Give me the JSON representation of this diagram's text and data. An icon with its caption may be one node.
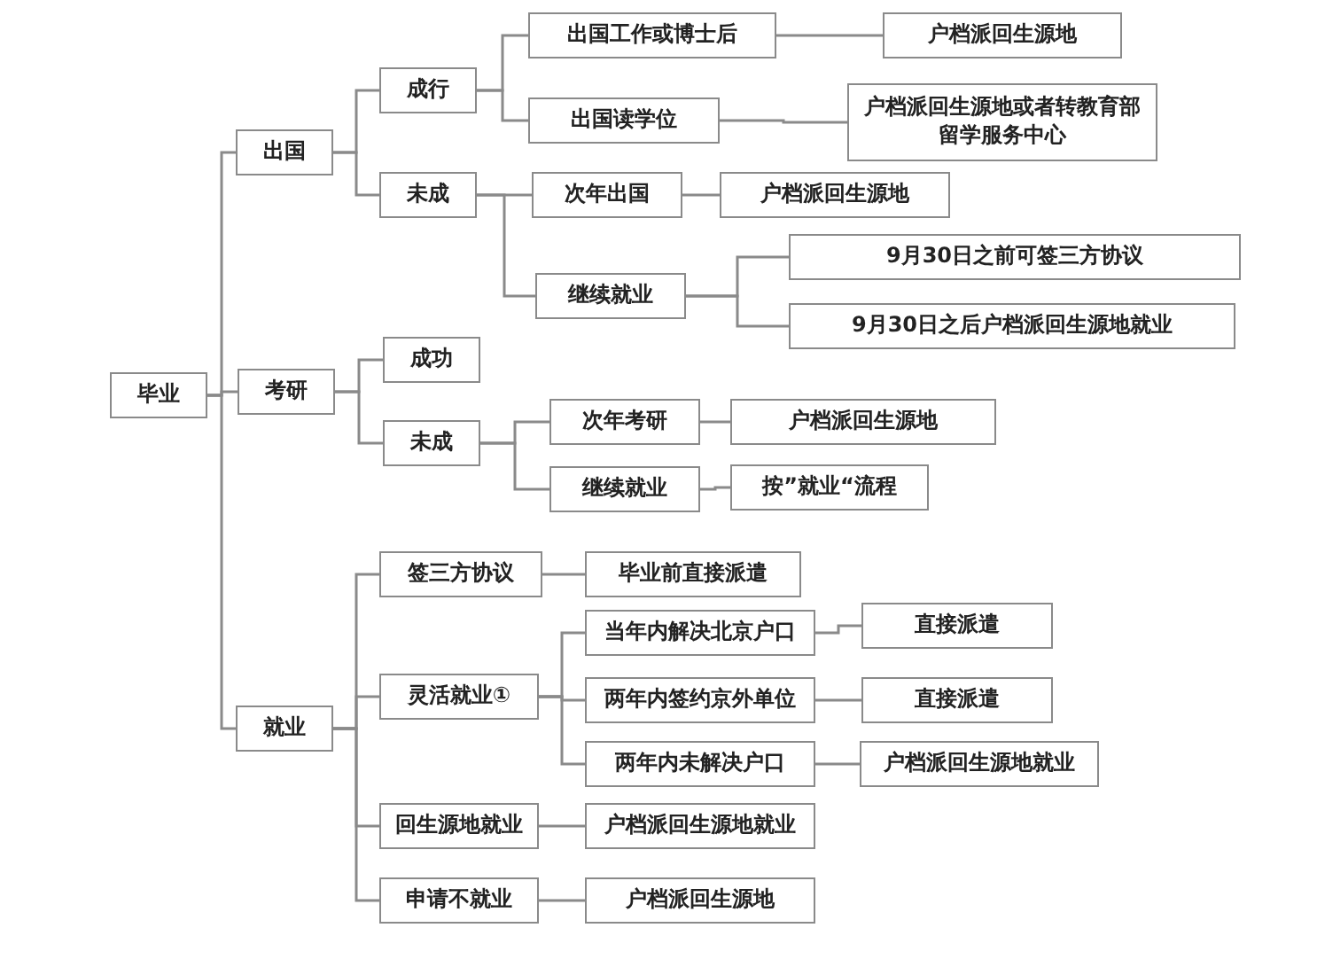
{
  "diagram": {
    "nodes": [
      {
        "text": [
          "毕业"
        ]
      },
      {
        "text": [
          "出国"
        ]
      },
      {
        "text": [
          "成行"
        ]
      },
      {
        "text": [
          "出国工作或博士后"
        ]
      },
      {
        "text": [
          "户档派回生源地"
        ]
      },
      {
        "text": [
          "出国读学位"
        ]
      },
      {
        "text": [
          "户档派回生源地或者转教育部留学服务中心"
        ]
      },
      {
        "text": [
          "未成"
        ]
      },
      {
        "text": [
          "次年出国"
        ]
      },
      {
        "text": [
          "户档派回生源地"
        ]
      },
      {
        "text": [
          "继续就业"
        ]
      },
      {
        "text": [
          "9月30日之前可签三方协议"
        ]
      },
      {
        "text": [
          "9月30日之后户档派回生源地就业"
        ]
      },
      {
        "text": [
          "考研"
        ]
      },
      {
        "text": [
          "成功"
        ]
      },
      {
        "text": [
          "未成"
        ]
      },
      {
        "text": [
          "次年考研"
        ]
      },
      {
        "text": [
          "户档派回生源地"
        ]
      },
      {
        "text": [
          "继续就业"
        ]
      },
      {
        "text": [
          "按”就业“流程"
        ]
      },
      {
        "text": [
          "就业"
        ]
      },
      {
        "text": [
          "签三方协议"
        ]
      },
      {
        "text": [
          "毕业前直接派遣"
        ]
      },
      {
        "text": [
          "灵活就业①"
        ]
      },
      {
        "text": [
          "当年内解决北京户口"
        ]
      },
      {
        "text": [
          "直接派遣"
        ]
      },
      {
        "text": [
          "两年内签约京外单位"
        ]
      },
      {
        "text": [
          "直接派遣"
        ]
      },
      {
        "text": [
          "两年内未解决户口"
        ]
      },
      {
        "text": [
          "户档派回生源地就业"
        ]
      },
      {
        "text": [
          "回生源地就业"
        ]
      },
      {
        "text": [
          "户档派回生源地就业"
        ]
      },
      {
        "text": [
          "申请不就业"
        ]
      },
      {
        "text": [
          "户档派回生源地"
        ]
      }
    ],
    "edges": [
      {
        "from": 0,
        "to": 1,
        "arrow": "none"
      },
      {
        "from": 0,
        "to": 13,
        "arrow": "none"
      },
      {
        "from": 0,
        "to": 20,
        "arrow": "none"
      },
      {
        "from": 1,
        "to": 2,
        "arrow": "none"
      },
      {
        "from": 1,
        "to": 7,
        "arrow": "none"
      },
      {
        "from": 2,
        "to": 3,
        "arrow": "none"
      },
      {
        "from": 2,
        "to": 5,
        "arrow": "none"
      },
      {
        "from": 3,
        "to": 4,
        "arrow": "none"
      },
      {
        "from": 5,
        "to": 6,
        "arrow": "none"
      },
      {
        "from": 7,
        "to": 8,
        "arrow": "none"
      },
      {
        "from": 7,
        "to": 10,
        "arrow": "none"
      },
      {
        "from": 8,
        "to": 9,
        "arrow": "none"
      },
      {
        "from": 10,
        "to": 11,
        "arrow": "none"
      },
      {
        "from": 10,
        "to": 12,
        "arrow": "none"
      },
      {
        "from": 13,
        "to": 14,
        "arrow": "none"
      },
      {
        "from": 13,
        "to": 15,
        "arrow": "none"
      },
      {
        "from": 15,
        "to": 16,
        "arrow": "none"
      },
      {
        "from": 15,
        "to": 18,
        "arrow": "none"
      },
      {
        "from": 16,
        "to": 17,
        "arrow": "none"
      },
      {
        "from": 18,
        "to": 19,
        "arrow": "none"
      },
      {
        "from": 20,
        "to": 21,
        "arrow": "none"
      },
      {
        "from": 20,
        "to": 23,
        "arrow": "none"
      },
      {
        "from": 20,
        "to": 30,
        "arrow": "none"
      },
      {
        "from": 20,
        "to": 32,
        "arrow": "none"
      },
      {
        "from": 21,
        "to": 22,
        "arrow": "none"
      },
      {
        "from": 23,
        "to": 24,
        "arrow": "none"
      },
      {
        "from": 23,
        "to": 26,
        "arrow": "none"
      },
      {
        "from": 23,
        "to": 28,
        "arrow": "none"
      },
      {
        "from": 24,
        "to": 25,
        "arrow": "none"
      },
      {
        "from": 26,
        "to": 27,
        "arrow": "none"
      },
      {
        "from": 28,
        "to": 29,
        "arrow": "none"
      },
      {
        "from": 30,
        "to": 31,
        "arrow": "none"
      },
      {
        "from": 32,
        "to": 33,
        "arrow": "none"
      }
    ]
  }
}
